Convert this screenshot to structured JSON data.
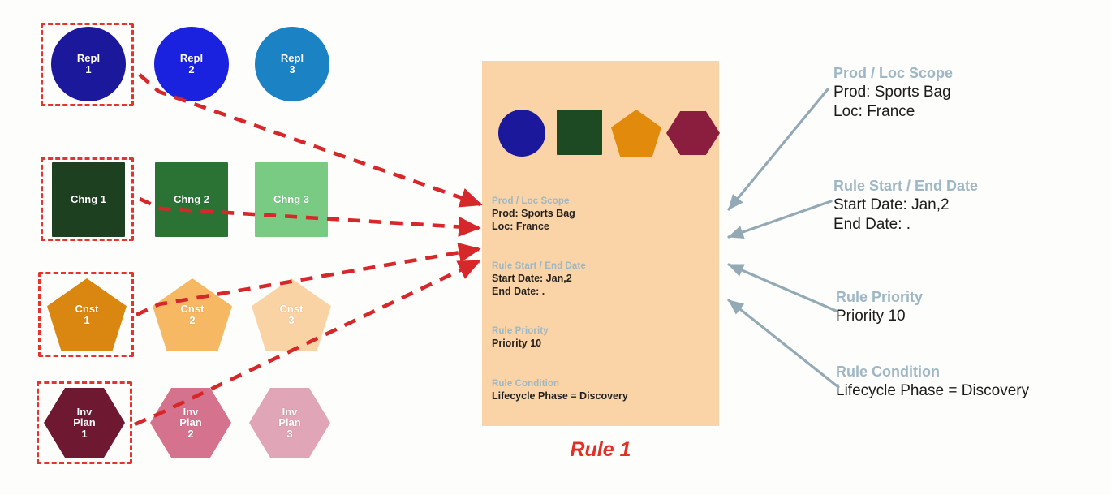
{
  "objects": {
    "rows": [
      {
        "name": "replenishment-row",
        "shape": "circle",
        "items": [
          {
            "label_top": "Repl",
            "label_bottom": "1",
            "color": "#1b189c",
            "selected": true
          },
          {
            "label_top": "Repl",
            "label_bottom": "2",
            "color": "#1a22e0",
            "selected": false
          },
          {
            "label_top": "Repl",
            "label_bottom": "3",
            "color": "#1b82c4",
            "selected": false
          }
        ]
      },
      {
        "name": "change-row",
        "shape": "square",
        "items": [
          {
            "label_top": "Chng 1",
            "label_bottom": "",
            "color": "#1d4020",
            "selected": true
          },
          {
            "label_top": "Chng 2",
            "label_bottom": "",
            "color": "#2b7235",
            "selected": false
          },
          {
            "label_top": "Chng 3",
            "label_bottom": "",
            "color": "#79cb84",
            "selected": false
          }
        ]
      },
      {
        "name": "constraint-row",
        "shape": "pentagon",
        "items": [
          {
            "label_top": "Cnst",
            "label_bottom": "1",
            "color": "#d98710",
            "selected": true
          },
          {
            "label_top": "Cnst",
            "label_bottom": "2",
            "color": "#f6b863",
            "selected": false
          },
          {
            "label_top": "Cnst",
            "label_bottom": "3",
            "color": "#f9d3a4",
            "selected": false
          }
        ]
      },
      {
        "name": "inventory-plan-row",
        "shape": "hexagon",
        "items": [
          {
            "label_top": "Inv",
            "label_mid": "Plan",
            "label_bottom": "1",
            "color": "#6e1832",
            "selected": true
          },
          {
            "label_top": "Inv",
            "label_mid": "Plan",
            "label_bottom": "2",
            "color": "#d5738e",
            "selected": false
          },
          {
            "label_top": "Inv",
            "label_mid": "Plan",
            "label_bottom": "3",
            "color": "#e0a5b7",
            "selected": false
          }
        ]
      }
    ]
  },
  "rule_card": {
    "caption": "Rule 1",
    "background_color": "#fad3a6",
    "shapes": [
      {
        "kind": "circle",
        "color": "#1b189c"
      },
      {
        "kind": "square",
        "color": "#1d4a23"
      },
      {
        "kind": "pentagon",
        "color": "#e18a0c"
      },
      {
        "kind": "hexagon",
        "color": "#8b1d3e"
      }
    ],
    "fields": [
      {
        "title": "Prod / Loc Scope",
        "lines": [
          "Prod: Sports Bag",
          "Loc: France"
        ]
      },
      {
        "title": "Rule Start / End Date",
        "lines": [
          "Start Date: Jan,2",
          "End Date: ."
        ]
      },
      {
        "title": "Rule Priority",
        "lines": [
          "Priority 10"
        ]
      },
      {
        "title": "Rule Condition",
        "lines": [
          "Lifecycle Phase = Discovery"
        ]
      }
    ]
  },
  "annotations": [
    {
      "title": "Prod / Loc Scope",
      "lines": [
        "Prod: Sports Bag",
        "Loc: France"
      ]
    },
    {
      "title": "Rule Start / End Date",
      "lines": [
        "Start Date: Jan,2",
        "End Date: ."
      ]
    },
    {
      "title": "Rule Priority",
      "lines": [
        "Priority 10"
      ]
    },
    {
      "title": "Rule Condition",
      "lines": [
        "Lifecycle Phase = Discovery"
      ]
    }
  ],
  "colors": {
    "selection_dash": "#e8322c",
    "flow_arrow": "#d6282a",
    "callout_arrow": "#93aab5",
    "caption_red": "#e03127"
  }
}
